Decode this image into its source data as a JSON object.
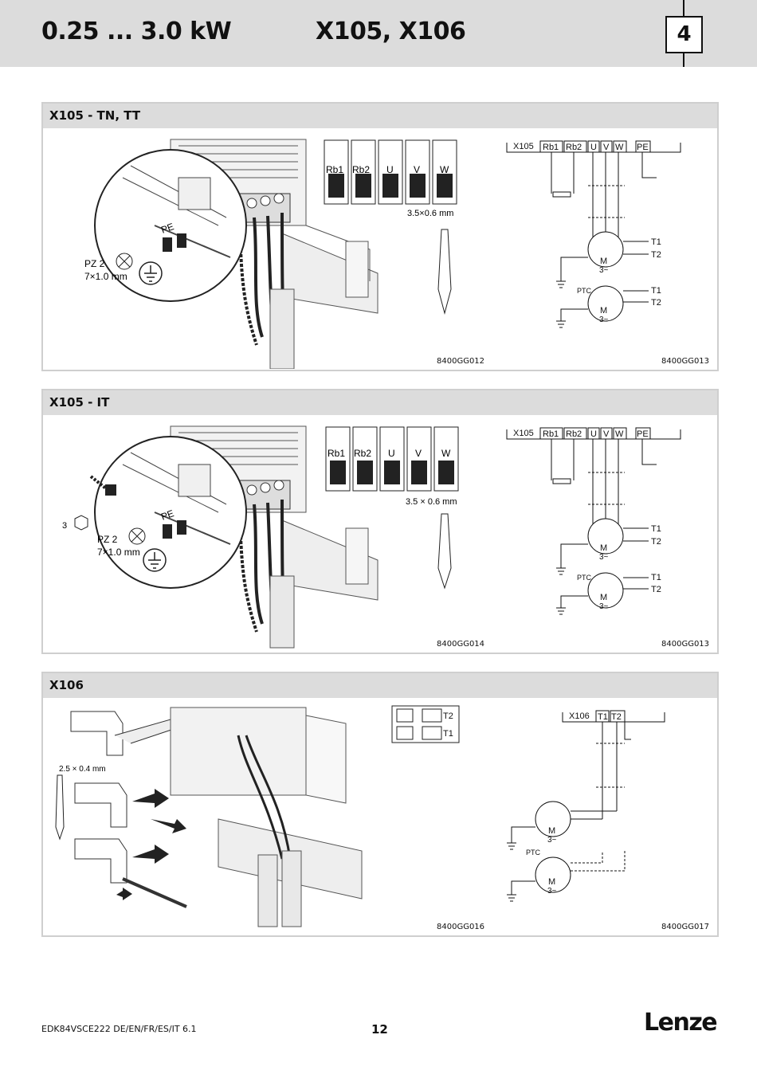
{
  "header": {
    "power_range": "0.25 ... 3.0 kW",
    "connectors": "X105, X106",
    "chapter": "4"
  },
  "panels": [
    {
      "title": "X105 - TN, TT",
      "terminals": [
        "Rb1",
        "Rb2",
        "U",
        "V",
        "W"
      ],
      "wire_spec": "3.5×0.6 mm",
      "pe_label": "PE",
      "screw": "PZ 2",
      "screw_spec": "7×1.0 mm",
      "schematic": {
        "label": "X105",
        "terms": [
          "Rb1",
          "Rb2",
          "U",
          "V",
          "W",
          "PE"
        ],
        "t1": "T1",
        "t2": "T2",
        "ptc": "PTC",
        "motor": "M",
        "motor_phase": "3~"
      },
      "fig_left": "8400GG012",
      "fig_right": "8400GG013"
    },
    {
      "title": "X105 - IT",
      "terminals": [
        "Rb1",
        "Rb2",
        "U",
        "V",
        "W"
      ],
      "wire_spec": "3.5 × 0.6 mm",
      "pe_label": "PE",
      "screw": "PZ 2",
      "screw_spec": "7×1.0 mm",
      "step": "3",
      "schematic": {
        "label": "X105",
        "terms": [
          "Rb1",
          "Rb2",
          "U",
          "V",
          "W",
          "PE"
        ],
        "t1": "T1",
        "t2": "T2",
        "ptc": "PTC",
        "motor": "M",
        "motor_phase": "3~"
      },
      "fig_left": "8400GG014",
      "fig_right": "8400GG013"
    },
    {
      "title": "X106",
      "wire_spec": "2.5 × 0.4 mm",
      "terminals": [
        "T2",
        "T1"
      ],
      "schematic": {
        "label": "X106",
        "terms": [
          "T1",
          "T2"
        ],
        "ptc": "PTC",
        "motor": "M",
        "motor_phase": "3~"
      },
      "fig_left": "8400GG016",
      "fig_right": "8400GG017"
    }
  ],
  "footer": {
    "doc": "EDK84VSCE222  DE/EN/FR/ES/IT  6.1",
    "page": "12",
    "logo": "Lenze"
  }
}
